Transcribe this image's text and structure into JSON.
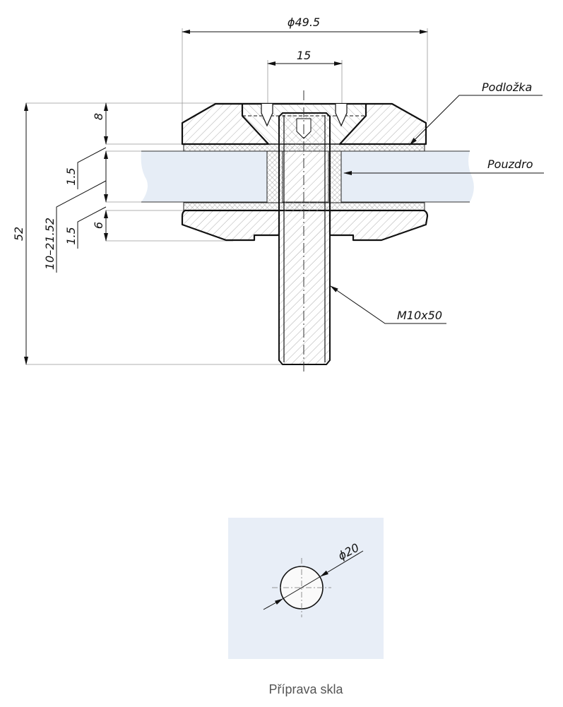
{
  "drawing": {
    "dimensions": {
      "overall_diameter": "ϕ49.5",
      "hole_spacing": "15",
      "total_height": "52",
      "cap_height": "8",
      "gasket_top": "1.5",
      "glass_thickness": "10–21.52",
      "gasket_bottom": "1.5",
      "base_height": "6"
    },
    "labels": {
      "washer": "Podložka",
      "bushing": "Pouzdro",
      "bolt": "M10x50"
    }
  },
  "detail": {
    "hole_diameter": "ϕ20",
    "caption": "Příprava skla"
  },
  "colors": {
    "glass": "#e6edf6",
    "panel": "#e8eef7",
    "line": "#111111"
  }
}
